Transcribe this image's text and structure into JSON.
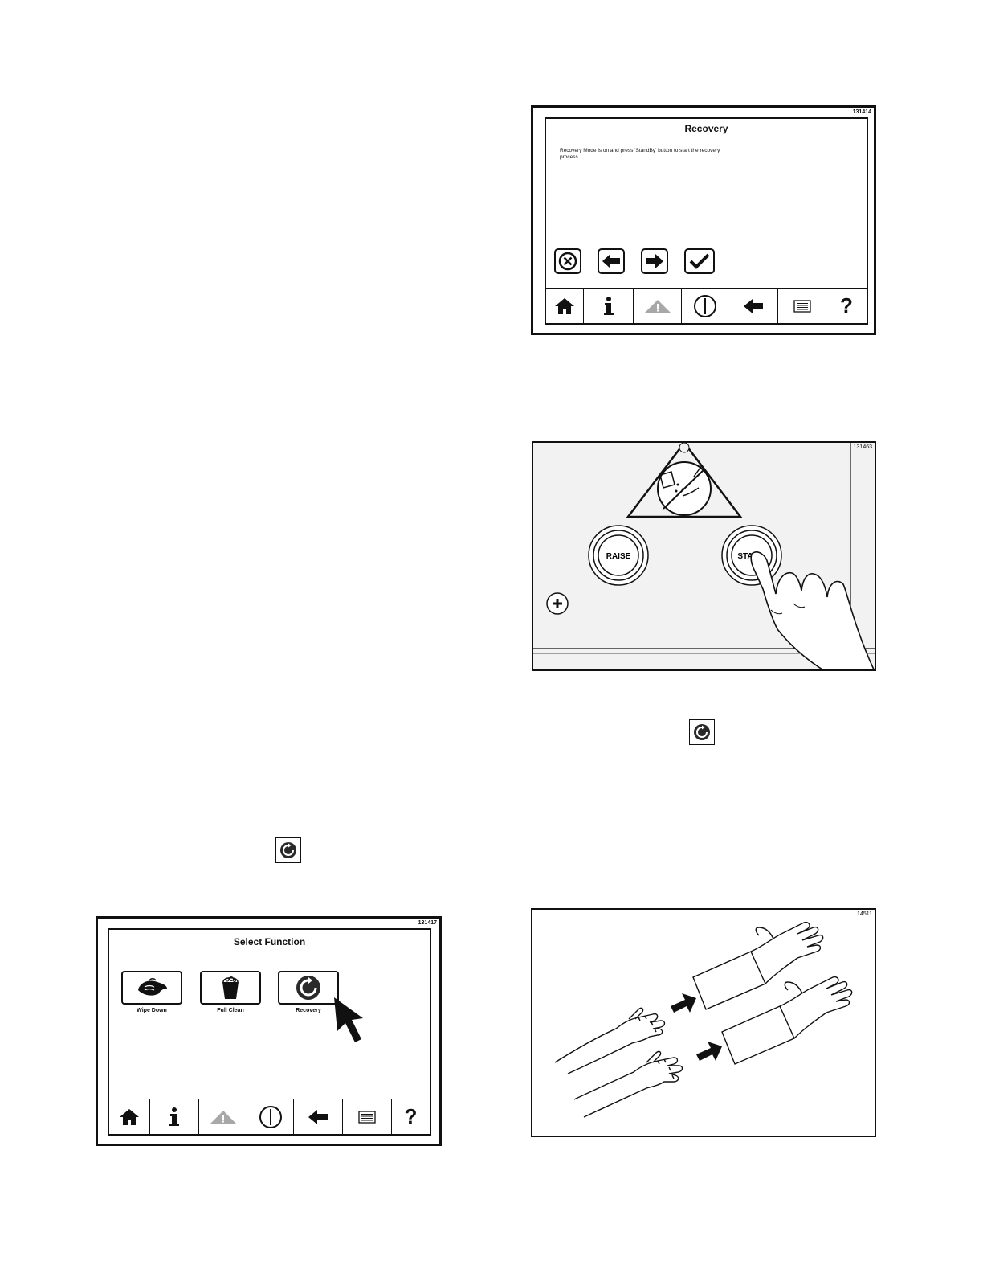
{
  "figures": {
    "recovery_screen": {
      "id": "131414",
      "title": "Recovery",
      "message": "Recovery Mode is on and press 'StandBy' button to start the recovery process.",
      "buttons": [
        "cancel-icon",
        "arrow-left-icon",
        "arrow-right-icon",
        "check-icon"
      ],
      "nav": [
        "home-icon",
        "info-icon",
        "warning-icon",
        "power-icon",
        "back-icon",
        "menu-icon",
        "help-icon"
      ],
      "help_glyph": "?"
    },
    "panel_photo": {
      "id": "131463",
      "raise_label": "RAISE",
      "start_label": "STA"
    },
    "select_function_screen": {
      "id": "131417",
      "title": "Select Function",
      "functions": [
        {
          "label": "Wipe Down",
          "icon": "wipe-icon"
        },
        {
          "label": "Full Clean",
          "icon": "bucket-icon"
        },
        {
          "label": "Recovery",
          "icon": "recovery-icon"
        }
      ],
      "help_glyph": "?"
    },
    "gloves_illustration": {
      "id": "14511"
    }
  }
}
